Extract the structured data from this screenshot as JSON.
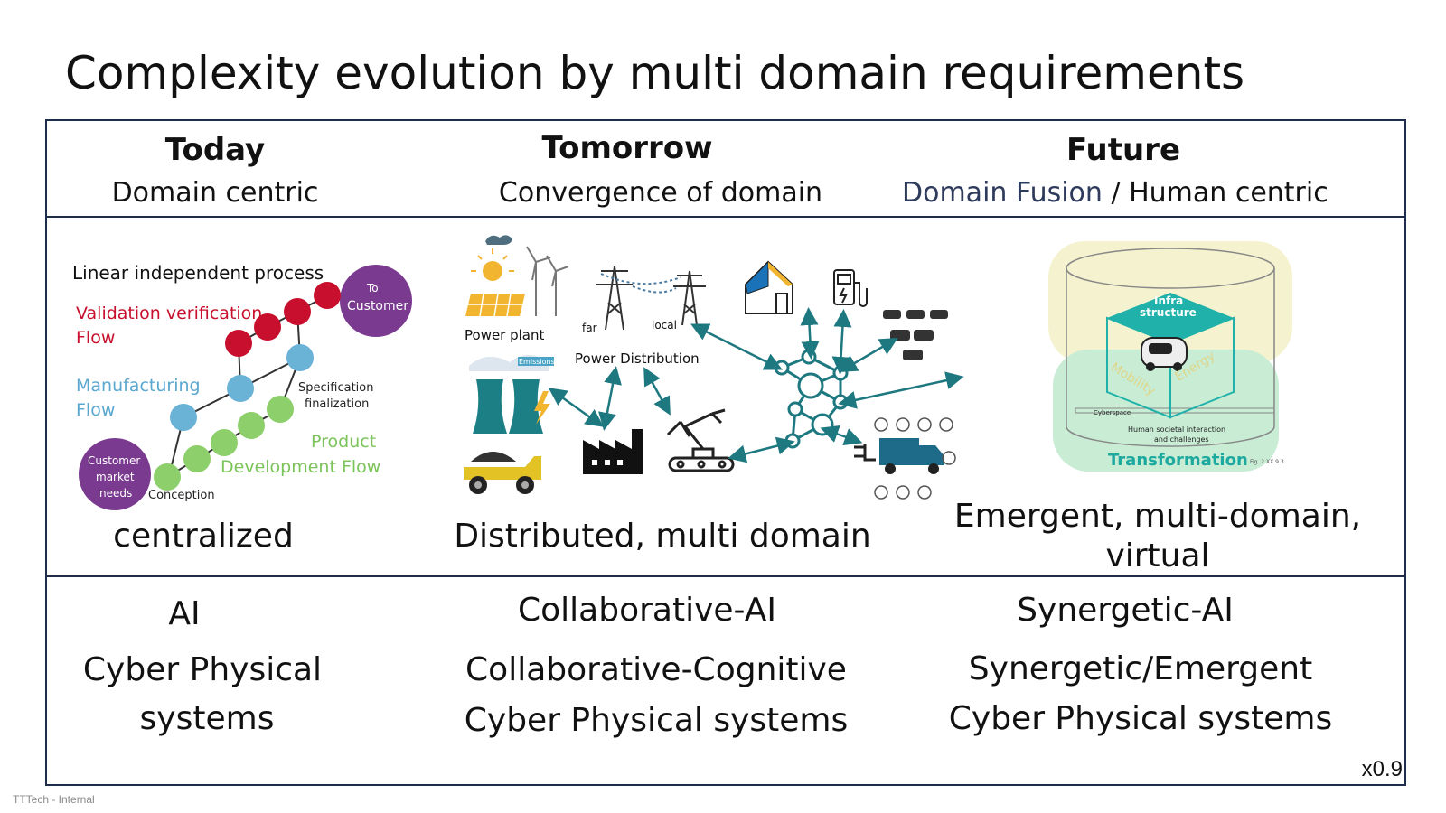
{
  "slide": {
    "title": "Complexity evolution by multi domain requirements",
    "footer": "TTTech - Internal",
    "scale": "x0.9"
  },
  "columns": [
    {
      "head": "Today",
      "sub": "Domain centric",
      "caption": "centralized",
      "bottom_line1": "AI",
      "bottom_line2": "Cyber Physical",
      "bottom_line3": "systems"
    },
    {
      "head": "Tomorrow",
      "sub": "Convergence of domain",
      "caption": "Distributed, multi domain",
      "bottom_line1": "Collaborative-AI",
      "bottom_line2": "Collaborative-Cognitive",
      "bottom_line3": "Cyber Physical systems"
    },
    {
      "head": "Future",
      "sub_part1": "Domain Fusion",
      "sub_part2": " / Human centric",
      "caption_line1": "Emergent, multi-domain,",
      "caption_line2": "virtual",
      "bottom_line1": "Synergetic-AI",
      "bottom_line2": "Synergetic/Emergent",
      "bottom_line3": "Cyber Physical systems"
    }
  ],
  "today_diagram": {
    "linear": "Linear independent process",
    "validation": "Validation verification",
    "validation2": "Flow",
    "manufacturing": "Manufacturing",
    "manufacturing2": "Flow",
    "spec1": "Specification",
    "spec2": "finalization",
    "product1": "Product",
    "product2": "Development Flow",
    "conception": "Conception",
    "to1": "To",
    "to2": "Customer",
    "cust1": "Customer",
    "cust2": "market",
    "cust3": "needs",
    "colors": {
      "red": "#c8102e",
      "blue": "#6bb3d6",
      "green": "#8dcf6a",
      "purple": "#7a3a8f"
    }
  },
  "tomorrow_diagram": {
    "power_plant": "Power plant",
    "power_distribution": "Power Distribution",
    "far": "far",
    "local": "local",
    "emissions": "Emissions",
    "colors": {
      "teal": "#1d7f86",
      "arrow": "#1e7880"
    }
  },
  "future_diagram": {
    "infra1": "Infra",
    "infra2": "structure",
    "mobility": "Mobility",
    "energy": "Energy",
    "cyberspace": "Cyberspace",
    "human1": "Human societal interaction",
    "human2": "and challenges",
    "transformation": "Transformation",
    "fig": "Fig. 2 XX.9.3",
    "colors": {
      "teal": "#20b2aa",
      "green_glow": "#c8ecd4",
      "yellow_glow": "#f5f3cf"
    }
  }
}
